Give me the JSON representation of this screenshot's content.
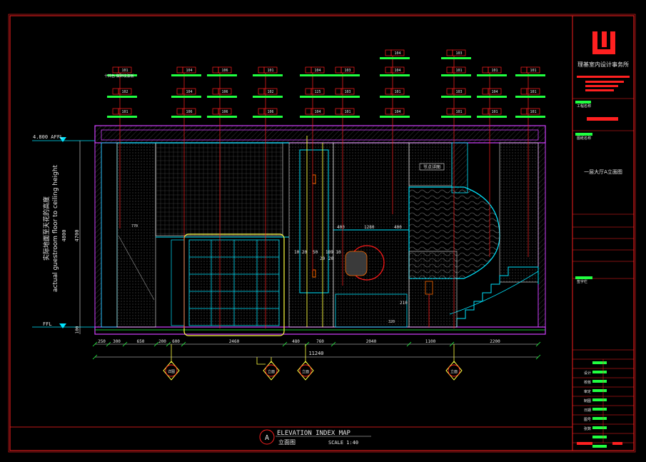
{
  "drawing": {
    "title_en": "ELEVATION INDEX MAP",
    "title_cn": "立面图",
    "scale": "SCALE 1:40",
    "index_letter": "A"
  },
  "levels": {
    "ceiling": "4.800 AFFL",
    "floor": "FFL",
    "height_main": "4700",
    "height_sub": "4800",
    "height_base": "100",
    "vertical_note_cn": "实际地面至天花的高度",
    "vertical_note_en": "actual guestroom floor to ceiling height"
  },
  "dimensions": {
    "segments": [
      "250",
      "300",
      "650",
      "200",
      "600",
      "2460",
      "480",
      "760",
      "2040",
      "1100",
      "2200"
    ],
    "total": "11240",
    "inner_a": "400",
    "inner_b": "1280",
    "inner_c": "400",
    "small_a": "770",
    "small_b": "210",
    "small_c": "320",
    "small_d": "10 20",
    "small_e": "50",
    "small_f": "20",
    "small_g": "189 10",
    "small_h": "20"
  },
  "annotation": {
    "box_label": "节点详图",
    "tag_text": "十共色 做碎纹漆板"
  },
  "tags": [
    {
      "code": "101"
    },
    {
      "code": "102"
    },
    {
      "code": "101"
    },
    {
      "code": "104"
    },
    {
      "code": "104"
    },
    {
      "code": "106"
    },
    {
      "code": "106"
    },
    {
      "code": "106"
    },
    {
      "code": "106"
    },
    {
      "code": "101"
    },
    {
      "code": "102"
    },
    {
      "code": "106"
    },
    {
      "code": "104"
    },
    {
      "code": "125"
    },
    {
      "code": "104"
    },
    {
      "code": "103"
    },
    {
      "code": "103"
    },
    {
      "code": "101"
    },
    {
      "code": "104"
    },
    {
      "code": "104"
    },
    {
      "code": "101"
    },
    {
      "code": "104"
    },
    {
      "code": "103"
    },
    {
      "code": "101"
    },
    {
      "code": "103"
    },
    {
      "code": "101"
    },
    {
      "code": "101"
    },
    {
      "code": "104"
    },
    {
      "code": "101"
    },
    {
      "code": "101"
    },
    {
      "code": "101"
    },
    {
      "code": "101"
    }
  ],
  "elevation_markers": [
    "详图",
    "立面",
    "立面",
    "立面"
  ],
  "title_block": {
    "company": "理基室内设计事务所",
    "project_label": "工程名称",
    "drawing_name_label": "图纸名称",
    "drawing_name": "一层大厅A立面图",
    "signature_label": "签字栏",
    "design_label": "设计",
    "check_label": "校核",
    "approve_label": "审定",
    "draw_label": "制图",
    "date_label": "日期",
    "number_label": "图号",
    "sheet_label": "张数"
  },
  "colors": {
    "frame": "#ff2020",
    "cyan": "#00e5ff",
    "magenta": "#d040ff",
    "yellow": "#ffff40",
    "green": "#20ff40",
    "white": "#e8e8e8",
    "orange": "#ff6a00",
    "red": "#ff1a1a",
    "gray": "#8a8a8a"
  }
}
